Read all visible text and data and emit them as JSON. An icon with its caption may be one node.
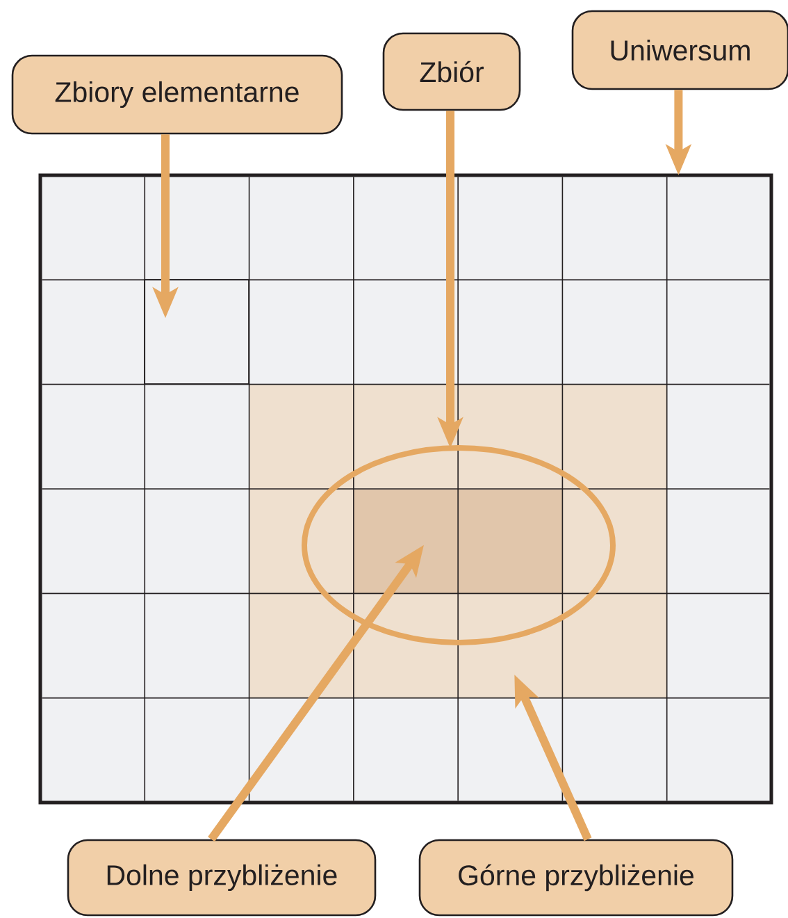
{
  "diagram": {
    "nodes": [
      {
        "text": [
          "Zbiory elementarne"
        ]
      },
      {
        "text": [
          "Zbiór"
        ]
      },
      {
        "text": [
          "Uniwersum"
        ]
      },
      {
        "text": [],
        "shape": "box"
      },
      {
        "text": [],
        "shape": "box",
        "in": 3
      },
      {
        "text": [],
        "shape": "ellipse",
        "in": 4
      },
      {
        "text": [],
        "shape": "box",
        "in": 5
      },
      {
        "text": [],
        "shape": "box",
        "in": 3
      },
      {
        "text": [
          "Dolne przybliżenie"
        ]
      },
      {
        "text": [
          "Górne przybliżenie"
        ]
      }
    ],
    "edges": [
      {
        "from": 0,
        "to": 7,
        "arrow": "to"
      },
      {
        "from": 1,
        "to": 5,
        "arrow": "to"
      },
      {
        "from": 2,
        "to": 3,
        "arrow": "to"
      },
      {
        "from": 8,
        "to": 6,
        "arrow": "to"
      },
      {
        "from": 9,
        "to": 4,
        "arrow": "to"
      }
    ]
  }
}
